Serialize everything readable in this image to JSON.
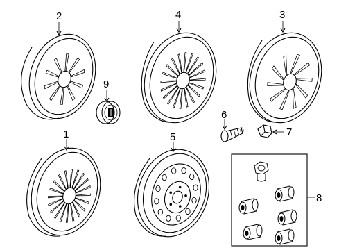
{
  "diagram": {
    "parts": [
      {
        "id": "wheel-2",
        "callout": "2",
        "kind": "aluminum wheel"
      },
      {
        "id": "wheel-4",
        "callout": "4",
        "kind": "aluminum wheel"
      },
      {
        "id": "wheel-3",
        "callout": "3",
        "kind": "aluminum wheel"
      },
      {
        "id": "center-cap",
        "callout": "9",
        "kind": "center cap"
      },
      {
        "id": "wheel-1",
        "callout": "1",
        "kind": "aluminum wheel"
      },
      {
        "id": "spare-wheel",
        "callout": "5",
        "kind": "steel spare wheel"
      },
      {
        "id": "wheel-stud",
        "callout": "6",
        "kind": "stud"
      },
      {
        "id": "lug-nut",
        "callout": "7",
        "kind": "lug nut"
      },
      {
        "id": "lock-kit",
        "callout": "8",
        "kind": "wheel lock kit"
      }
    ]
  }
}
